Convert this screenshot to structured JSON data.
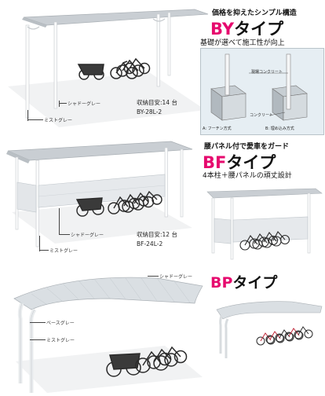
{
  "by": {
    "headline": "価格を抑えたシンプル構造",
    "code": "BY",
    "suffix": "タイプ",
    "subtitle": "基礎が選べて施工性が向上",
    "label_shadow_grey": "シャドーグレー",
    "label_mist_grey": "ミストグレー",
    "capacity": "収納目安:14 台",
    "model": "BY-28L-2",
    "detail": {
      "concrete_label": "現場コンクリート",
      "concrete_label2": "コンクリート",
      "type_a": "A: フーチン方式",
      "type_b": "B: 埋め込み方式"
    }
  },
  "bf": {
    "headline": "腰パネル付で愛車をガード",
    "code": "BF",
    "suffix": "タイプ",
    "subtitle": "4本柱＋腰パネルの頑丈設計",
    "label_shadow_grey": "シャドーグレー",
    "label_mist_grey": "ミストグレー",
    "capacity": "収納目安:12 台",
    "model": "BF-24L-2"
  },
  "bp": {
    "code": "BP",
    "suffix": "タイプ",
    "label_shadow_grey": "シャドーグレー",
    "label_base_grey": "ベースグレー",
    "label_mist_grey": "ミストグレー"
  },
  "colors": {
    "accent": "#e60a6e",
    "roof": "#d9dee2",
    "post": "#f4f5f6",
    "panel": "#e6e9ec"
  }
}
